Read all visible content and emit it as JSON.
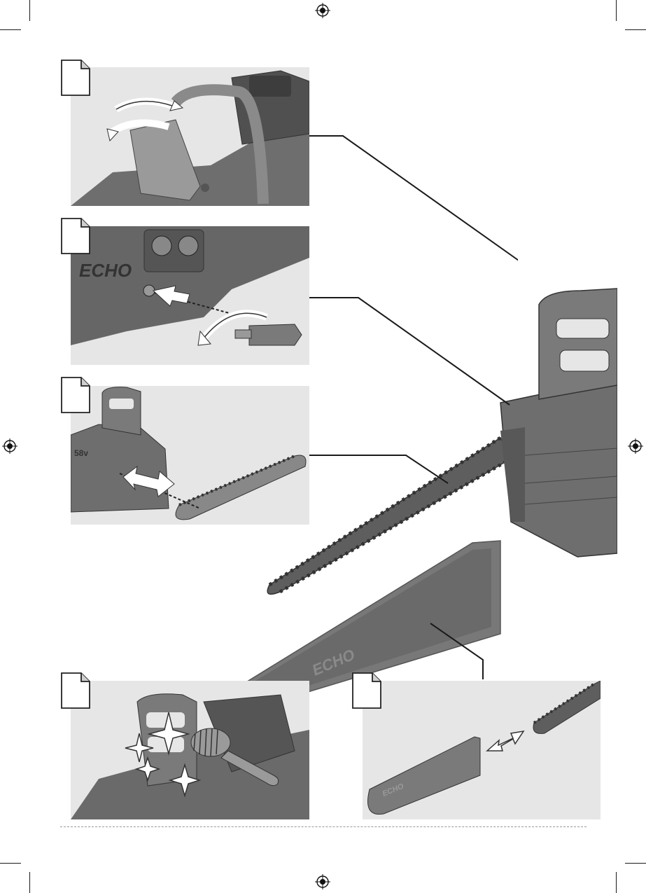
{
  "brand": {
    "logo_text": "ECHO",
    "voltage_badge": "58v"
  },
  "panels": [
    {
      "id": "chain-brake",
      "icon": "document-icon"
    },
    {
      "id": "bar-nuts-wrench",
      "icon": "document-icon"
    },
    {
      "id": "bar-and-chain-removal",
      "icon": "document-icon"
    },
    {
      "id": "clean-unit",
      "icon": "document-icon"
    },
    {
      "id": "scabbard-fit",
      "icon": "document-icon"
    }
  ],
  "colors": {
    "panel_bg": "#e6e6e6",
    "product_body": "#6e6e6e",
    "product_dark": "#4a4a4a",
    "highlight": "#bdbdbd",
    "leader_line": "#1a1a1a"
  }
}
